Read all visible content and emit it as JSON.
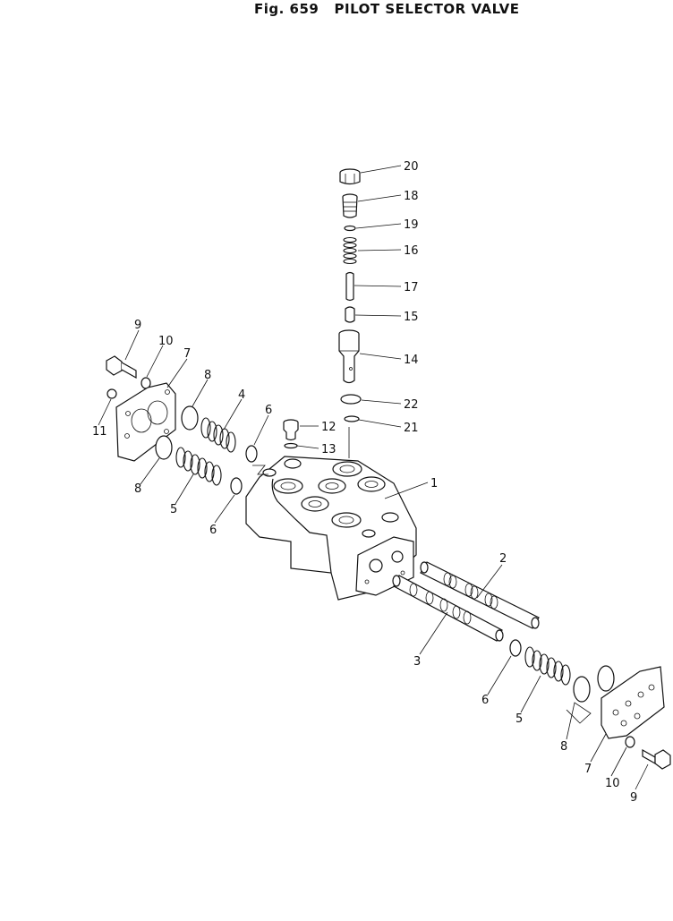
{
  "figure": {
    "number": "Fig. 659",
    "title": "PILOT SELECTOR VALVE"
  },
  "callouts": {
    "c20": "20",
    "c18": "18",
    "c19": "19",
    "c16": "16",
    "c17": "17",
    "c15": "15",
    "c14": "14",
    "c22": "22",
    "c21": "21",
    "c12": "12",
    "c13": "13",
    "c1": "1",
    "c2": "2",
    "c3": "3",
    "c9a": "9",
    "c10a": "10",
    "c7a": "7",
    "c8a": "8",
    "c4": "4",
    "c6a": "6",
    "c11": "11",
    "c8b": "8",
    "c5a": "5",
    "c6b": "6",
    "c6c": "6",
    "c5b": "5",
    "c8c": "8",
    "c7b": "7",
    "c10b": "10",
    "c9b": "9"
  }
}
